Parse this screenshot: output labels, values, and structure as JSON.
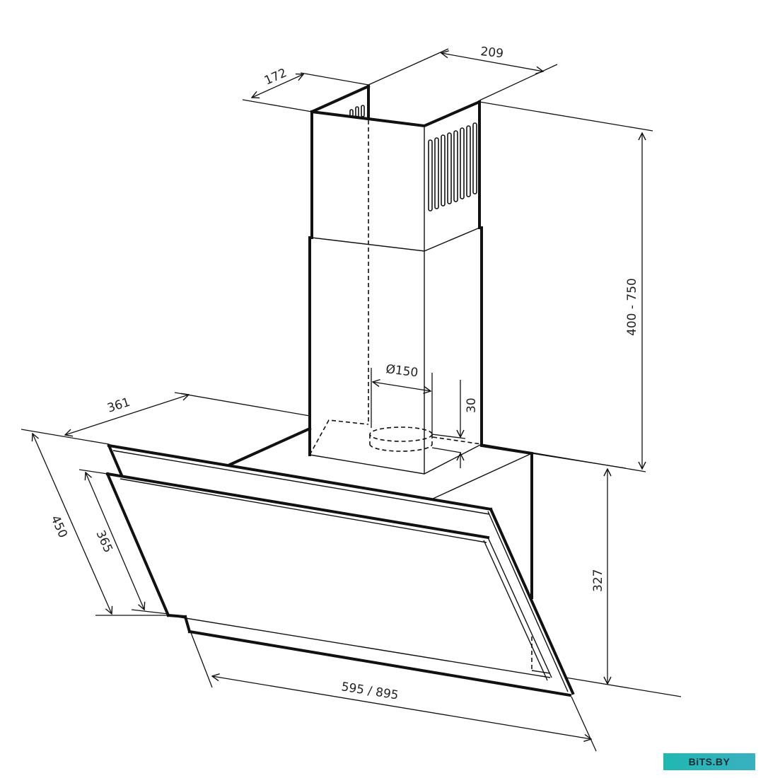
{
  "diagram": {
    "subject": "Inclined wall-mounted cooker hood — dimensional drawing",
    "units": "mm",
    "dimensions": {
      "chimney_depth": "172",
      "chimney_width": "209",
      "chimney_height_range": "400 - 750",
      "outlet_diameter": "Ø150",
      "outlet_collar_height": "30",
      "body_depth": "361",
      "panel_outer_height": "450",
      "panel_inner_height": "365",
      "body_height": "327",
      "width": "595 / 895"
    }
  },
  "watermark": {
    "text": "BiTS.BY",
    "background": "#1fb8b0"
  }
}
